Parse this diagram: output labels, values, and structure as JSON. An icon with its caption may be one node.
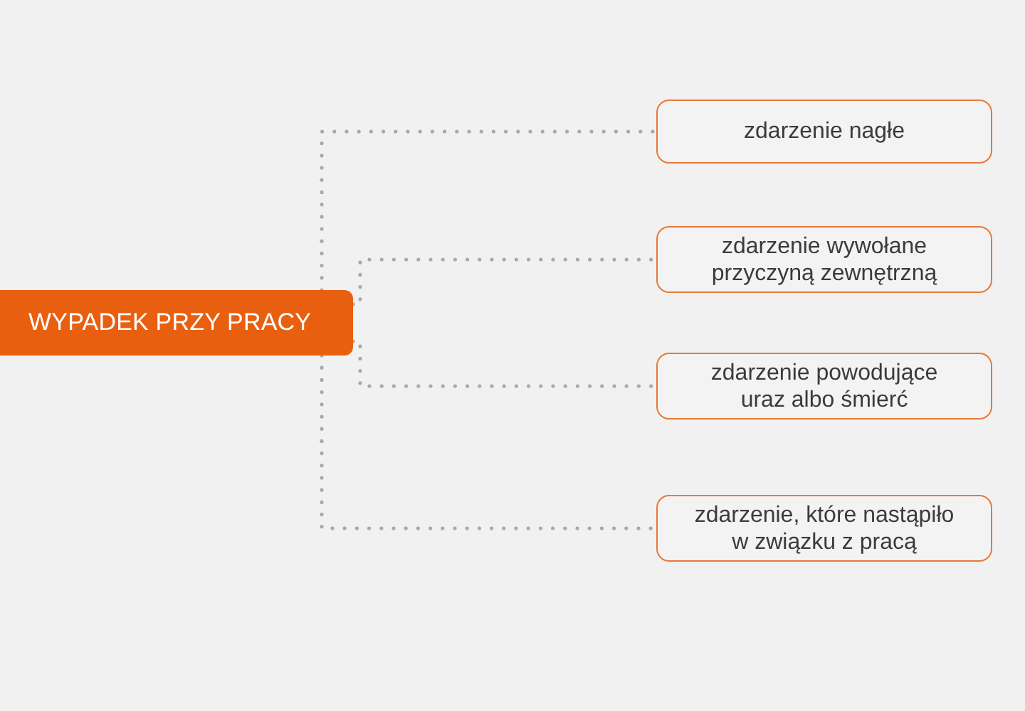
{
  "diagram": {
    "nodes": [
      {
        "text": [
          "WYPADEK PRZY PRACY"
        ]
      },
      {
        "text": [
          "zdarzenie nagłe"
        ]
      },
      {
        "text": [
          "zdarzenie wywołane przyczyną zewnętrzną"
        ]
      },
      {
        "text": [
          "zdarzenie powodujące uraz albo śmierć"
        ]
      },
      {
        "text": [
          "zdarzenie, które nastąpiło w związku z pracą"
        ]
      }
    ],
    "edges": [
      {
        "from": 0,
        "to": 1,
        "arrow": "none"
      },
      {
        "from": 0,
        "to": 2,
        "arrow": "none"
      },
      {
        "from": 0,
        "to": 3,
        "arrow": "none"
      },
      {
        "from": 0,
        "to": 4,
        "arrow": "none"
      }
    ]
  }
}
